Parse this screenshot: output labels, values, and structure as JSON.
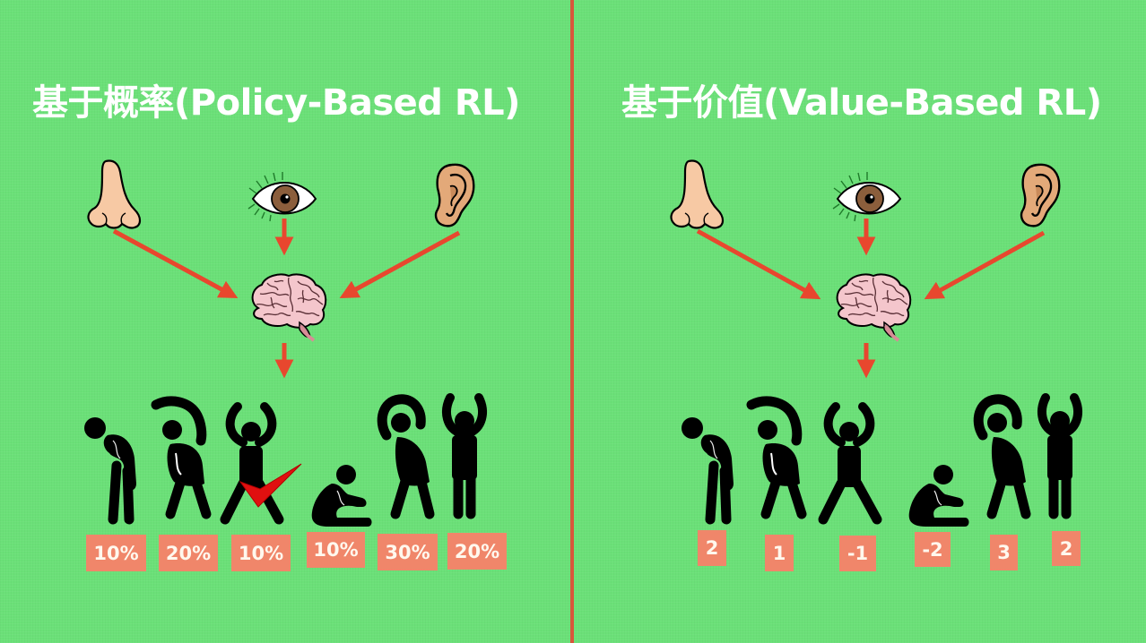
{
  "colors": {
    "background": "#6be078",
    "divider": "#d8553b",
    "arrow": "#e8472e",
    "label_box": "#f0866a",
    "label_text": "#fff8ee",
    "checkmark": "#e01010",
    "figure": "#000000"
  },
  "left_panel": {
    "title": "基于概率(Policy-Based RL)",
    "inputs": [
      "nose-icon",
      "eye-icon",
      "ear-icon"
    ],
    "processor": "brain-icon",
    "actions": [
      {
        "figure": "bend-forward-figure",
        "label": "10%"
      },
      {
        "figure": "side-stretch-figure",
        "label": "20%"
      },
      {
        "figure": "arms-up-wide-stance-figure",
        "label": "10%",
        "selected": true
      },
      {
        "figure": "seated-stretch-figure",
        "label": "10%"
      },
      {
        "figure": "side-bend-figure",
        "label": "30%"
      },
      {
        "figure": "arms-up-standing-figure",
        "label": "20%"
      }
    ],
    "selected_indicator": "checkmark-icon"
  },
  "right_panel": {
    "title": "基于价值(Value-Based RL)",
    "inputs": [
      "nose-icon",
      "eye-icon",
      "ear-icon"
    ],
    "processor": "brain-icon",
    "actions": [
      {
        "figure": "bend-forward-figure",
        "label": "2"
      },
      {
        "figure": "side-stretch-figure",
        "label": "1"
      },
      {
        "figure": "arms-up-wide-stance-figure",
        "label": "-1"
      },
      {
        "figure": "seated-stretch-figure",
        "label": "-2"
      },
      {
        "figure": "side-bend-figure",
        "label": "3"
      },
      {
        "figure": "arms-up-standing-figure",
        "label": "2"
      }
    ]
  }
}
